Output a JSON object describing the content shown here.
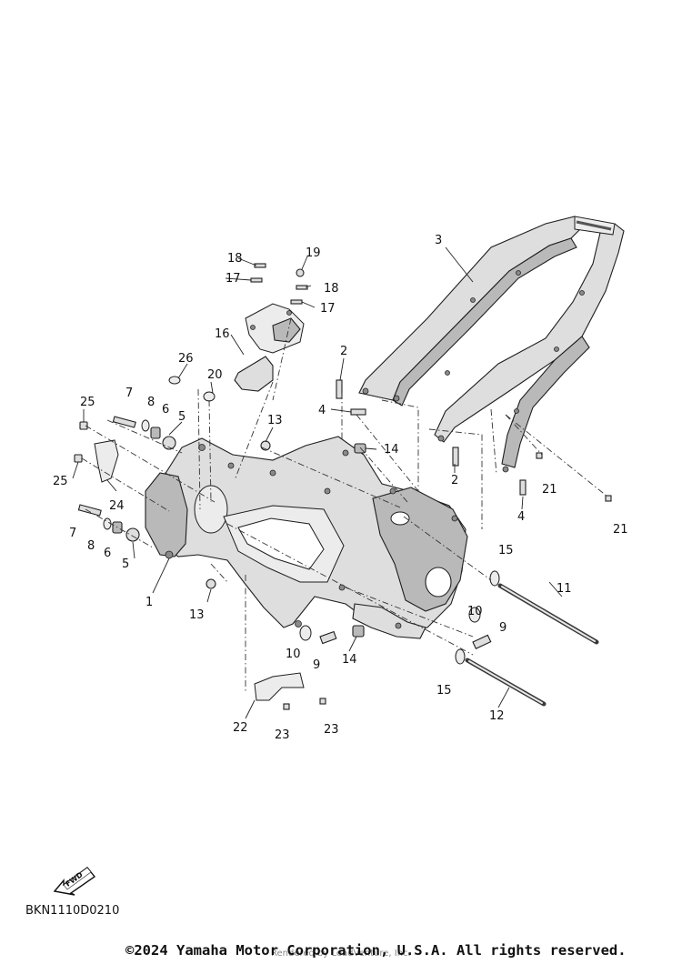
{
  "diagram": {
    "code": "BKN1110D0210",
    "fwd_label": "FWD",
    "copyright": "©2024 Yamaha Motor Corporation, U.S.A. All rights reserved.",
    "watermark": "Rendered by LeadVenture, Inc."
  },
  "callouts": [
    {
      "id": "c1",
      "label": "1"
    },
    {
      "id": "c2a",
      "label": "2"
    },
    {
      "id": "c2b",
      "label": "2"
    },
    {
      "id": "c3",
      "label": "3"
    },
    {
      "id": "c4a",
      "label": "4"
    },
    {
      "id": "c4b",
      "label": "4"
    },
    {
      "id": "c5a",
      "label": "5"
    },
    {
      "id": "c5b",
      "label": "5"
    },
    {
      "id": "c6a",
      "label": "6"
    },
    {
      "id": "c6b",
      "label": "6"
    },
    {
      "id": "c7a",
      "label": "7"
    },
    {
      "id": "c7b",
      "label": "7"
    },
    {
      "id": "c8a",
      "label": "8"
    },
    {
      "id": "c8b",
      "label": "8"
    },
    {
      "id": "c9a",
      "label": "9"
    },
    {
      "id": "c9b",
      "label": "9"
    },
    {
      "id": "c10a",
      "label": "10"
    },
    {
      "id": "c10b",
      "label": "10"
    },
    {
      "id": "c11",
      "label": "11"
    },
    {
      "id": "c12",
      "label": "12"
    },
    {
      "id": "c13a",
      "label": "13"
    },
    {
      "id": "c13b",
      "label": "13"
    },
    {
      "id": "c14a",
      "label": "14"
    },
    {
      "id": "c14b",
      "label": "14"
    },
    {
      "id": "c15a",
      "label": "15"
    },
    {
      "id": "c15b",
      "label": "15"
    },
    {
      "id": "c16",
      "label": "16"
    },
    {
      "id": "c17a",
      "label": "17"
    },
    {
      "id": "c17b",
      "label": "17"
    },
    {
      "id": "c18a",
      "label": "18"
    },
    {
      "id": "c18b",
      "label": "18"
    },
    {
      "id": "c19",
      "label": "19"
    },
    {
      "id": "c20",
      "label": "20"
    },
    {
      "id": "c21a",
      "label": "21"
    },
    {
      "id": "c21b",
      "label": "21"
    },
    {
      "id": "c22",
      "label": "22"
    },
    {
      "id": "c23a",
      "label": "23"
    },
    {
      "id": "c23b",
      "label": "23"
    },
    {
      "id": "c24",
      "label": "24"
    },
    {
      "id": "c25a",
      "label": "25"
    },
    {
      "id": "c25b",
      "label": "25"
    },
    {
      "id": "c26",
      "label": "26"
    }
  ]
}
